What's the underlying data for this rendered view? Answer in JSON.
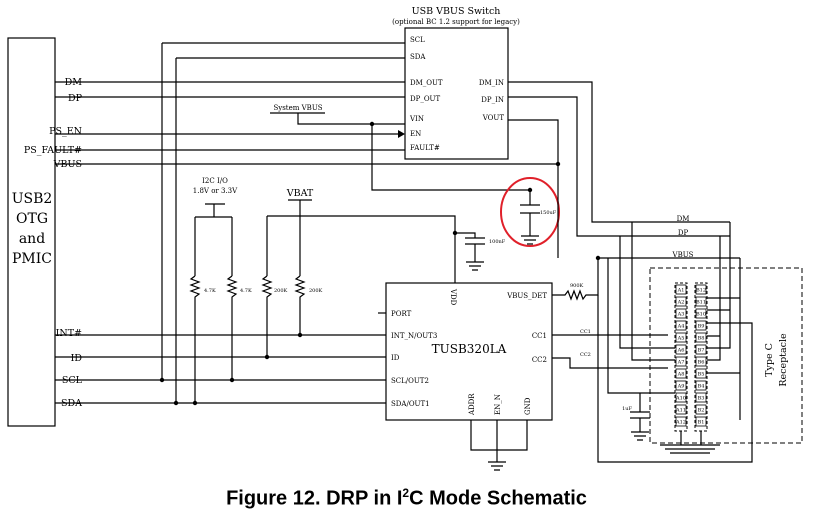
{
  "caption": {
    "prefix": "Figure 12.  DRP in I",
    "sup": "2",
    "suffix": "C Mode Schematic"
  },
  "pmic": {
    "lines": [
      "USB2",
      "OTG",
      "and",
      "PMIC"
    ],
    "pins": [
      "DM",
      "DP",
      "PS_EN",
      "PS_FAULT#",
      "VBUS",
      "INT#",
      "ID",
      "SCL",
      "SDA"
    ]
  },
  "vbus_switch": {
    "title": "USB VBUS Switch",
    "subtitle": "(optional BC 1.2 support for legacy)",
    "left_pins": [
      "SCL",
      "SDA",
      "DM_OUT",
      "DP_OUT",
      "VIN",
      "EN",
      "FAULT#"
    ],
    "right_pins": [
      "DM_IN",
      "DP_IN",
      "VOUT"
    ]
  },
  "system_vbus": "System VBUS",
  "i2c_io": {
    "line1": "I2C I/O",
    "line2": "1.8V or 3.3V"
  },
  "vbat": "VBAT",
  "resistors": [
    "4.7K",
    "4.7K",
    "200K",
    "200K",
    "900K"
  ],
  "caps": {
    "c150": "150uF",
    "c100": "100nF",
    "c1u": "1uF"
  },
  "tusb": {
    "name": "TUSB320LA",
    "left_pins": [
      "PORT",
      "INT_N/OUT3",
      "ID",
      "SCL/OUT2",
      "SDA/OUT1"
    ],
    "right_pins": [
      "VBUS_DET",
      "CC1",
      "CC2"
    ],
    "top_pins": [
      "VDD"
    ],
    "bottom_pins": [
      "ADDR",
      "EN_N",
      "GND"
    ]
  },
  "nets": {
    "dm": "DM",
    "dp": "DP",
    "vbus": "VBUS",
    "cc1": "CC1",
    "cc2": "CC2"
  },
  "receptacle": {
    "label_line1": "Type C",
    "label_line2": "Receptacle",
    "a_pins": [
      "A1",
      "A2",
      "A3",
      "A4",
      "A5",
      "A6",
      "A7",
      "A8",
      "A9",
      "A10",
      "A11",
      "A12"
    ],
    "b_pins": [
      "B12",
      "B11",
      "B10",
      "B9",
      "B8",
      "B7",
      "B6",
      "B5",
      "B4",
      "B3",
      "B2",
      "B1"
    ]
  },
  "colors": {
    "highlight": "#e0202a"
  }
}
